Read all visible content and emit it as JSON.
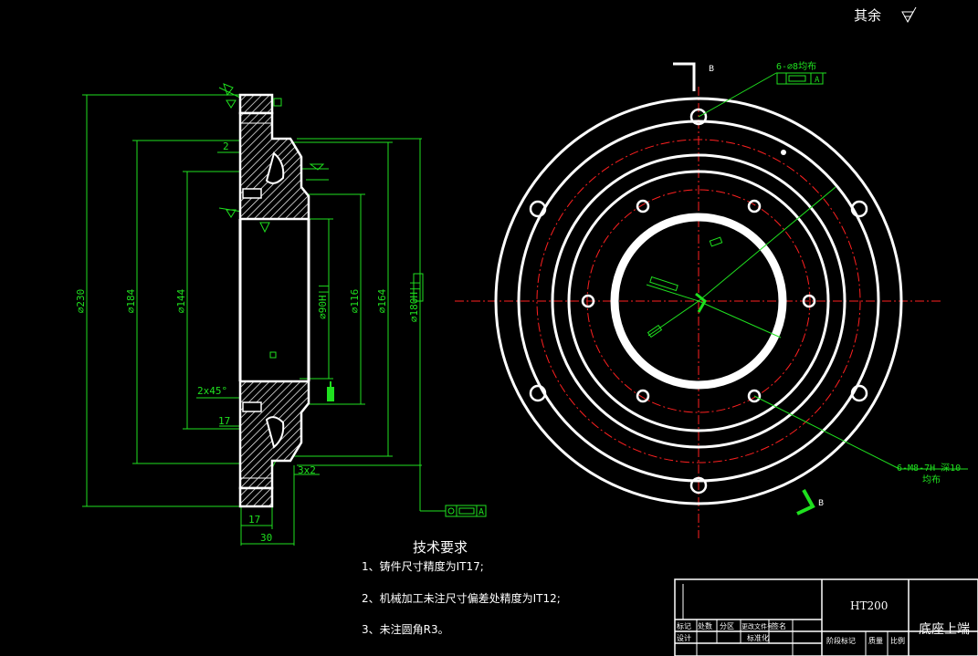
{
  "header": {
    "roughness_note": "其余"
  },
  "section_view": {
    "dims": {
      "d230": "⌀230",
      "d184": "⌀184",
      "d144": "⌀144",
      "d90": "⌀90H||",
      "d116": "⌀116",
      "d164": "⌀164",
      "d180": "⌀180H||",
      "chamfer": "2x45°",
      "r17": "17",
      "w17": "17",
      "w30": "30",
      "fillet": "3x2",
      "two": "2"
    },
    "datum": "A"
  },
  "plan_view": {
    "holes_note_top": "6-⌀8均布",
    "tapped_note_1": "6-M8-7H 深10",
    "tapped_note_2": "均布",
    "section_mark": "B",
    "section_mark_b": "B",
    "datum": "A"
  },
  "tech_requirements": {
    "title": "技术要求",
    "items": [
      "1、铸件尺寸精度为IT17;",
      "2、机械加工未注尺寸偏差处精度为IT12;",
      "3、未注圆角R3。"
    ]
  },
  "title_block": {
    "material": "HT200",
    "part_name": "底座上端",
    "labels": {
      "mark": "标记",
      "count": "处数",
      "zone": "分区",
      "doc_no": "更改文件号",
      "sign": "签名",
      "design": "设计",
      "standard": "标准化",
      "stage": "阶段标记",
      "weight": "质量",
      "scale": "比例"
    }
  }
}
